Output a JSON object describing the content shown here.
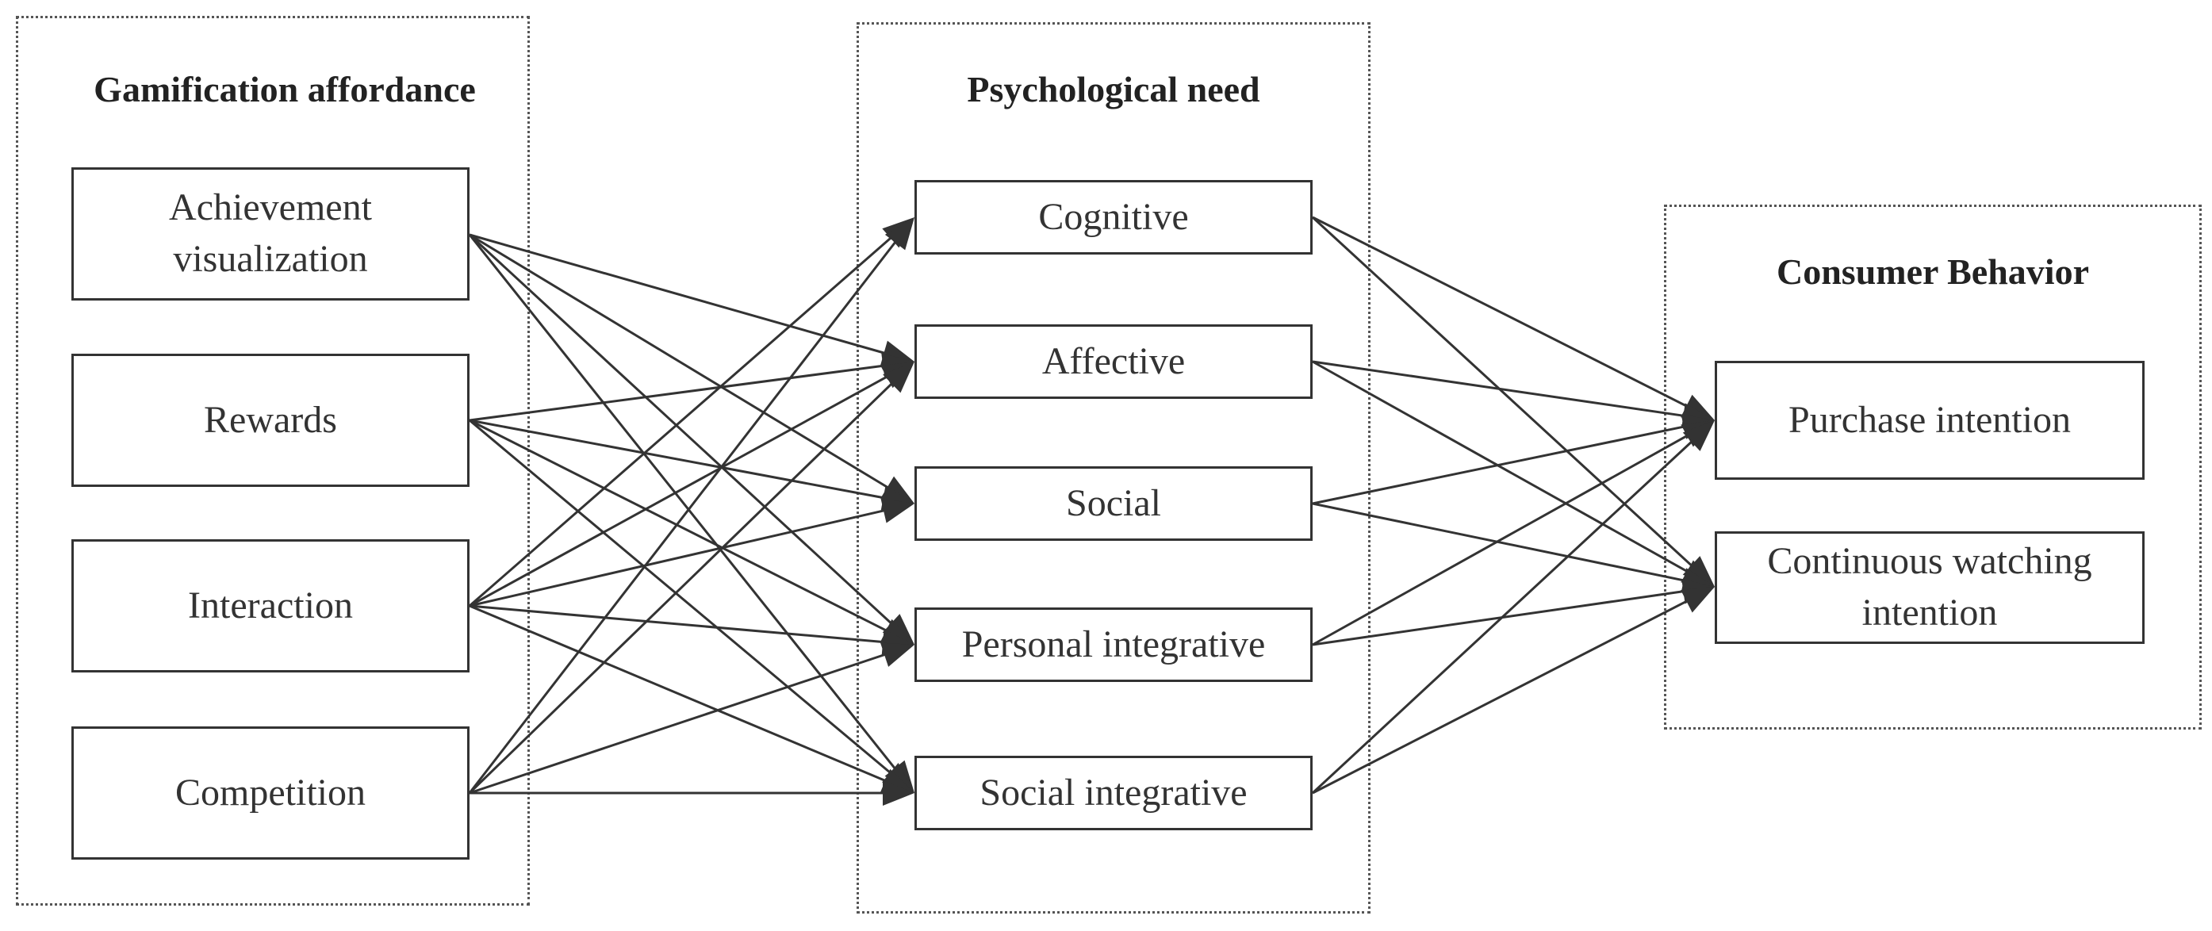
{
  "groups": {
    "gamification": {
      "title": "Gamification affordance",
      "nodes": [
        {
          "id": "ach",
          "lines": [
            "Achievement",
            "visualization"
          ]
        },
        {
          "id": "rew",
          "lines": [
            "Rewards"
          ]
        },
        {
          "id": "int",
          "lines": [
            "Interaction"
          ]
        },
        {
          "id": "com",
          "lines": [
            "Competition"
          ]
        }
      ]
    },
    "psychological": {
      "title": "Psychological need",
      "nodes": [
        {
          "id": "cog",
          "lines": [
            "Cognitive"
          ]
        },
        {
          "id": "aff",
          "lines": [
            "Affective"
          ]
        },
        {
          "id": "soc",
          "lines": [
            "Social"
          ]
        },
        {
          "id": "per",
          "lines": [
            "Personal integrative"
          ]
        },
        {
          "id": "si",
          "lines": [
            "Social integrative"
          ]
        }
      ]
    },
    "consumer": {
      "title": "Consumer Behavior",
      "nodes": [
        {
          "id": "pur",
          "lines": [
            "Purchase intention"
          ]
        },
        {
          "id": "cwi",
          "lines": [
            "Continuous watching",
            "intention"
          ]
        }
      ]
    }
  },
  "edges": [
    [
      "ach",
      "aff"
    ],
    [
      "ach",
      "soc"
    ],
    [
      "ach",
      "per"
    ],
    [
      "ach",
      "si"
    ],
    [
      "rew",
      "aff"
    ],
    [
      "rew",
      "soc"
    ],
    [
      "rew",
      "per"
    ],
    [
      "rew",
      "si"
    ],
    [
      "int",
      "cog"
    ],
    [
      "int",
      "aff"
    ],
    [
      "int",
      "soc"
    ],
    [
      "int",
      "per"
    ],
    [
      "int",
      "si"
    ],
    [
      "com",
      "cog"
    ],
    [
      "com",
      "aff"
    ],
    [
      "com",
      "per"
    ],
    [
      "com",
      "si"
    ],
    [
      "cog",
      "pur"
    ],
    [
      "cog",
      "cwi"
    ],
    [
      "aff",
      "pur"
    ],
    [
      "aff",
      "cwi"
    ],
    [
      "soc",
      "pur"
    ],
    [
      "soc",
      "cwi"
    ],
    [
      "per",
      "pur"
    ],
    [
      "per",
      "cwi"
    ],
    [
      "si",
      "pur"
    ],
    [
      "si",
      "cwi"
    ]
  ]
}
